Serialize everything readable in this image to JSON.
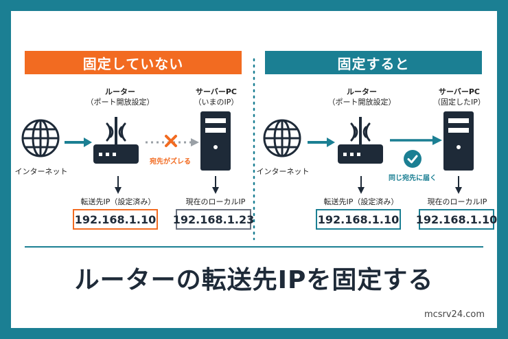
{
  "colors": {
    "frame": "#1b7f93",
    "orange": "#f26b21",
    "teal": "#1b7f93",
    "dark": "#1e2a38",
    "gray": "#6b7280"
  },
  "left": {
    "header": "固定していない",
    "internet_label": "インターネット",
    "router_label": "ルーター",
    "router_sublabel": "（ポート開放設定）",
    "server_label": "サーバーPC",
    "server_sublabel": "（いまのIP）",
    "note": "宛先がズレる",
    "forward_label": "転送先IP（設定済み）",
    "forward_ip": "192.168.1.10",
    "current_label": "現在のローカルIP",
    "current_ip": "192.168.1.23"
  },
  "right": {
    "header": "固定すると",
    "internet_label": "インターネット",
    "router_label": "ルーター",
    "router_sublabel": "（ポート開放設定）",
    "server_label": "サーバーPC",
    "server_sublabel": "（固定したIP）",
    "note": "同じ宛先に届く",
    "forward_label": "転送先IP（設定済み）",
    "forward_ip": "192.168.1.10",
    "current_label": "現在のローカルIP",
    "current_ip": "192.168.1.10"
  },
  "title": "ルーターの転送先IPを固定する",
  "site": "mcsrv24.com"
}
